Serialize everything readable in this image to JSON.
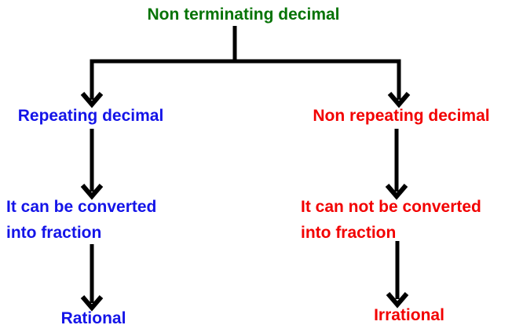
{
  "diagram": {
    "root": {
      "label": "Non terminating decimal"
    },
    "left_branch": {
      "label": "Repeating decimal",
      "description_line1": "It can be converted",
      "description_line2": "into fraction",
      "result": "Rational"
    },
    "right_branch": {
      "label": "Non repeating decimal",
      "description_line1": "It can not be converted",
      "description_line2": "into fraction",
      "result": "Irrational"
    }
  },
  "colors": {
    "root_label": "#067306",
    "left_branch": "#1414e8",
    "right_branch": "#f20000",
    "connector": "#000000",
    "background": "#ffffff"
  }
}
